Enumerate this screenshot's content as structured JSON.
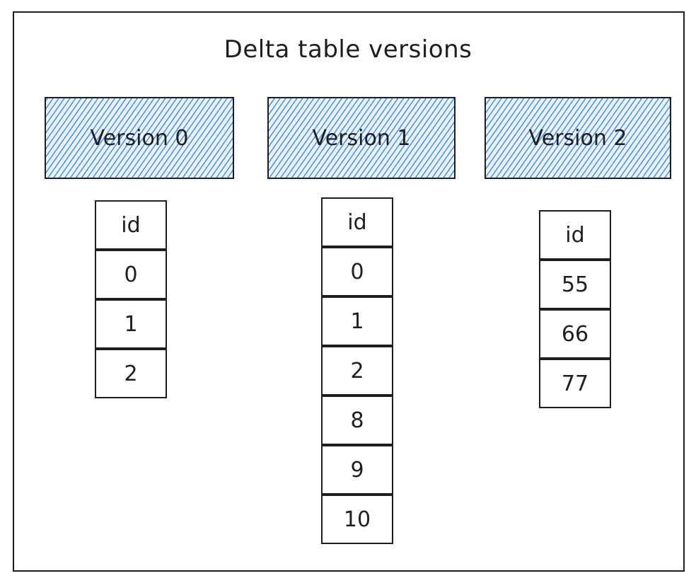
{
  "title": "Delta table versions",
  "versions": [
    {
      "label": "Version 0",
      "header": "id",
      "rows": [
        {
          "value": "0",
          "status": "existing"
        },
        {
          "value": "1",
          "status": "existing"
        },
        {
          "value": "2",
          "status": "existing"
        }
      ]
    },
    {
      "label": "Version 1",
      "header": "id",
      "rows": [
        {
          "value": "0",
          "status": "existing"
        },
        {
          "value": "1",
          "status": "existing"
        },
        {
          "value": "2",
          "status": "existing"
        },
        {
          "value": "8",
          "status": "appended"
        },
        {
          "value": "9",
          "status": "appended"
        },
        {
          "value": "10",
          "status": "appended"
        }
      ]
    },
    {
      "label": "Version 2",
      "header": "id",
      "rows": [
        {
          "value": "55",
          "status": "existing"
        },
        {
          "value": "66",
          "status": "existing"
        },
        {
          "value": "77",
          "status": "existing"
        }
      ]
    }
  ],
  "colors": {
    "version_hatch": "#4a8fe0",
    "header_hatch": "#cfcfcf",
    "appended_hatch": "#8fc24f",
    "stroke": "#1e1e1e"
  }
}
